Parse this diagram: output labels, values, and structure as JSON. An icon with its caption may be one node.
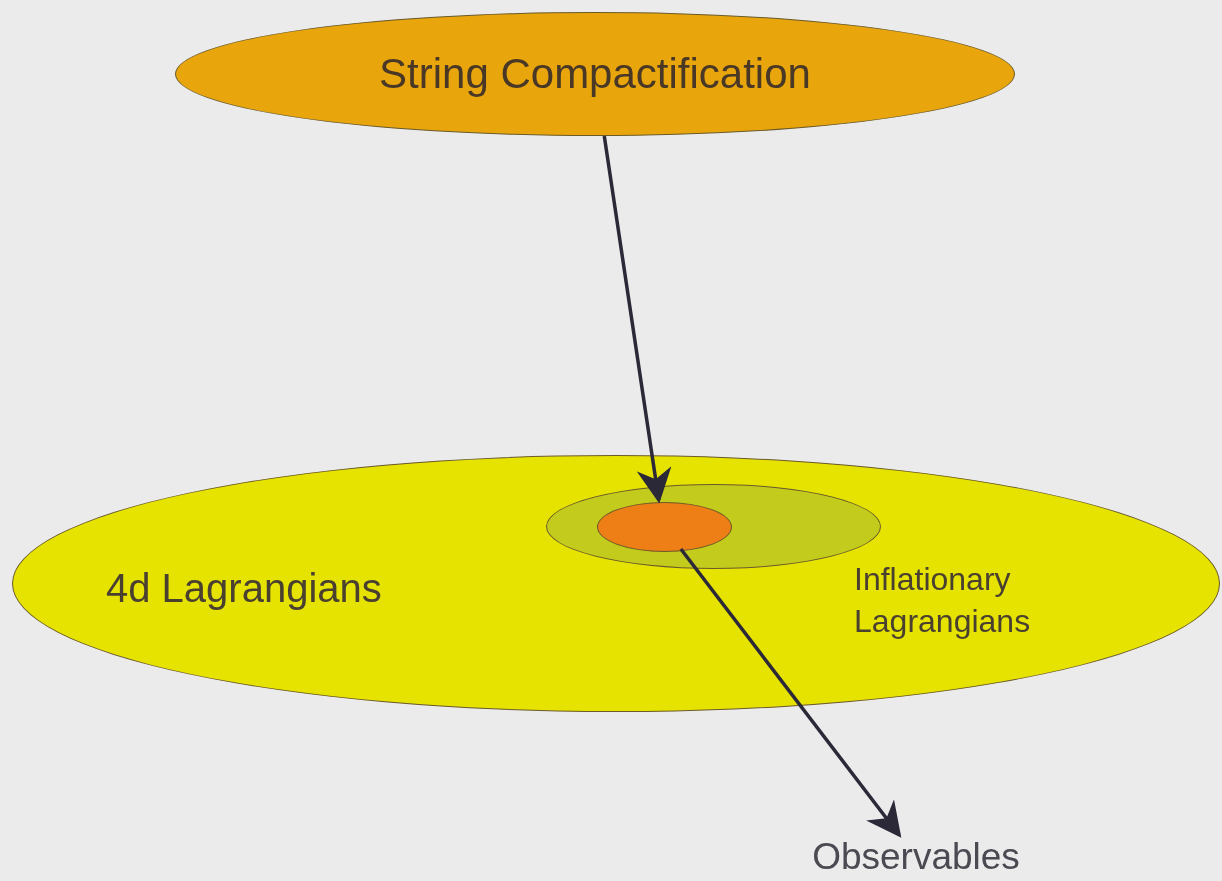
{
  "diagram": {
    "nodes": [
      {
        "text": [
          "String Compactification"
        ]
      },
      {
        "text": [
          "4d Lagrangians"
        ]
      },
      {
        "text": [],
        "shape": "ellipse",
        "in": 1,
        "beside": [
          "Inflationary Lagrangians"
        ]
      },
      {
        "text": [],
        "shape": "ellipse",
        "in": 2
      },
      {
        "text": [
          "Observables"
        ]
      }
    ],
    "edges": [
      {
        "from": 0,
        "to": 3,
        "arrow": "to"
      },
      {
        "from": 3,
        "to": 4,
        "arrow": "to"
      }
    ]
  }
}
